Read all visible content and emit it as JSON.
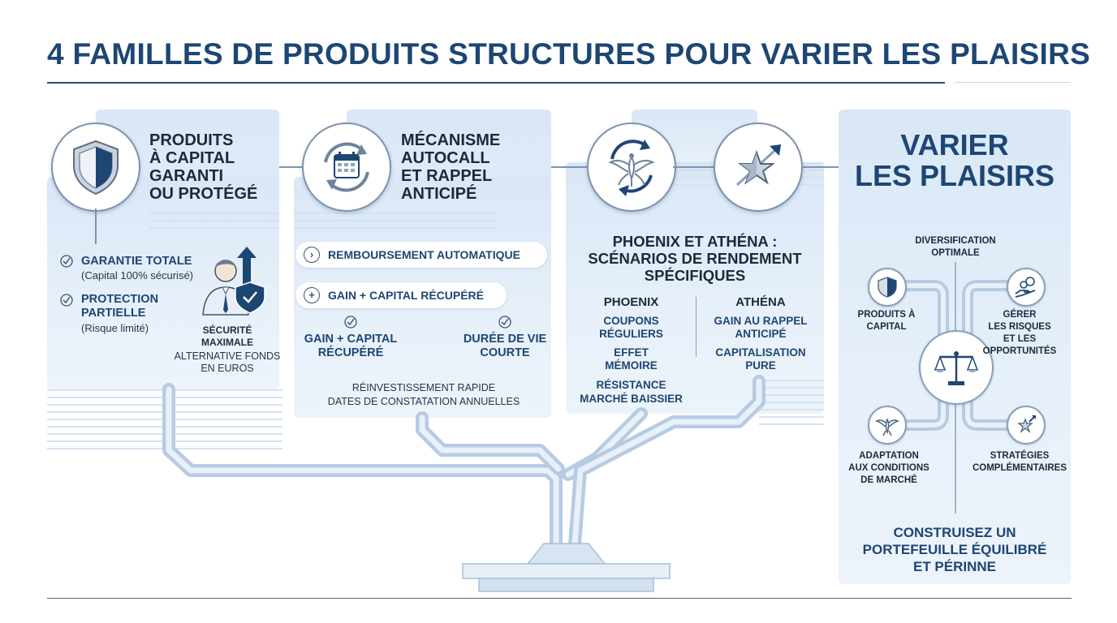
{
  "title": "4 FAMILLES DE PRODUITS STRUCTURES POUR VARIER LES PLAISIRS",
  "card1": {
    "heading": [
      "PRODUITS",
      "À CAPITAL",
      "GARANTI",
      "OU PROTÉGÉ"
    ],
    "items": [
      {
        "label": "GARANTIE TOTALE",
        "sub": "(Capital 100% sécurisé)"
      },
      {
        "label": "PROTECTION",
        "label2": "PARTIELLE",
        "sub": "(Risque limité)"
      }
    ],
    "security_title": [
      "SÉCURITÉ",
      "MAXIMALE"
    ],
    "security_sub": [
      "ALTERNATIVE FONDS",
      "EN EUROS"
    ]
  },
  "card2": {
    "heading": [
      "MÉCANISME",
      "AUTOCALL",
      "ET RAPPEL",
      "ANTICIPÉ"
    ],
    "pills": [
      "REMBOURSEMENT AUTOMATIQUE",
      "GAIN + CAPITAL RÉCUPÉRÉ"
    ],
    "checks": [
      {
        "line1": "GAIN + CAPITAL",
        "line2": "RÉCUPÉRÉ"
      },
      {
        "line1": "DURÉE DE VIE",
        "line2": "COURTE"
      }
    ],
    "footer": [
      "RÉINVESTISSEMENT RAPIDE",
      "DATES DE CONSTATATION ANNUELLES"
    ]
  },
  "card3": {
    "heading": [
      "PHOENIX ET ATHÉNA :",
      "SCÉNARIOS DE RENDEMENT",
      "SPÉCIFIQUES"
    ],
    "phoenix": {
      "title": "PHOENIX",
      "items": [
        [
          "COUPONS",
          "RÉGULIERS"
        ],
        [
          "EFFET",
          "MÉMOIRE"
        ],
        [
          "RÉSISTANCE",
          "MARCHÉ BAISSIER"
        ]
      ]
    },
    "athena": {
      "title": "ATHÉNA",
      "items": [
        [
          "GAIN AU RAPPEL",
          "ANTICIPÉ"
        ],
        [
          "CAPITALISATION",
          "PURE"
        ]
      ]
    }
  },
  "card4": {
    "heading": [
      "VARIER",
      "LES PLAISIRS"
    ],
    "top": [
      "DIVERSIFICATION",
      "OPTIMALE"
    ],
    "nodes": [
      [
        "PRODUITS À",
        "CAPITAL"
      ],
      [
        "GÉRER",
        "LES RISQUES",
        "ET LES",
        "OPPORTUNITÉS"
      ],
      [
        "ADAPTATION",
        "AUX CONDITIONS",
        "DE MARCHÉ"
      ],
      [
        "STRATÉGIES",
        "COMPLÉMENTAIRES"
      ]
    ],
    "cta": [
      "CONSTRUISEZ UN",
      "PORTEFEUILLE ÉQUILIBRÉ",
      "ET PÉRINNE"
    ]
  },
  "colors": {
    "navy": "#1d4673",
    "panel": "#dfeaf6",
    "pipe": "#b7cbe2"
  },
  "icons": [
    "shield-icon",
    "person-shield-icon",
    "calendar-refresh-icon",
    "phoenix-icon",
    "star-arrow-icon",
    "scale-icon",
    "hand-coins-icon"
  ]
}
